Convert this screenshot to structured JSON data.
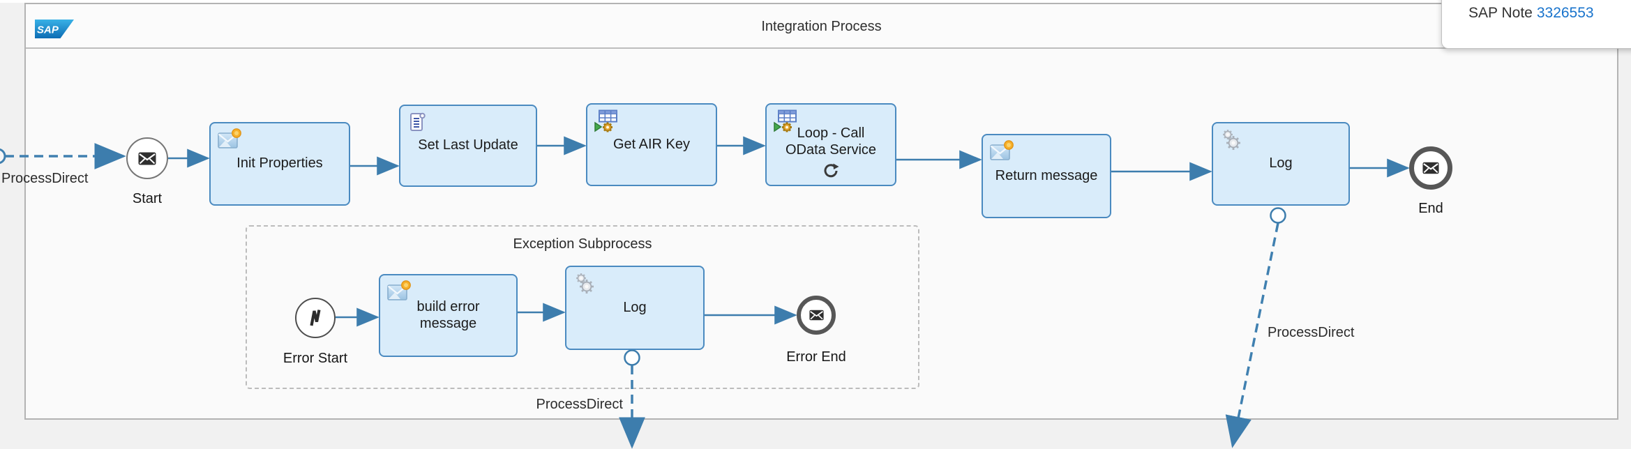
{
  "header": {
    "title": "Integration Process",
    "logo_text": "SAP"
  },
  "note_card": {
    "prefix": "SAP Note",
    "link_text": "3326553"
  },
  "nodes": {
    "start": {
      "label": "Start",
      "icon": "message-envelope"
    },
    "init_properties": {
      "label": "Init Properties",
      "icon": "content-modifier"
    },
    "set_last_update": {
      "label": "Set Last Update",
      "icon": "script"
    },
    "get_air_key": {
      "label": "Get AIR Key",
      "icon": "odata-request"
    },
    "loop_call_odata": {
      "label": "Loop - Call OData Service",
      "icon": "odata-request",
      "marker": "loop"
    },
    "return_message": {
      "label": "Return message",
      "icon": "content-modifier"
    },
    "log_main": {
      "label": "Log",
      "icon": "gears"
    },
    "end": {
      "label": "End",
      "icon": "message-envelope"
    }
  },
  "subprocess": {
    "title": "Exception Subprocess",
    "error_start": {
      "label": "Error Start",
      "icon": "error-lightning"
    },
    "build_error_message": {
      "label": "build error message",
      "icon": "content-modifier"
    },
    "log": {
      "label": "Log",
      "icon": "gears"
    },
    "error_end": {
      "label": "Error End",
      "icon": "message-envelope"
    }
  },
  "edge_labels": {
    "sender_flow": "ProcessDirect",
    "subprocess_outbound": "ProcessDirect",
    "main_outbound": "ProcessDirect"
  },
  "colors": {
    "task_fill": "#d9ecfa",
    "task_border": "#4a8ac0",
    "connector": "#3d7dad",
    "pool_border": "#b3b3b3",
    "link": "#1873cc",
    "pool_background": "#fafafa"
  }
}
